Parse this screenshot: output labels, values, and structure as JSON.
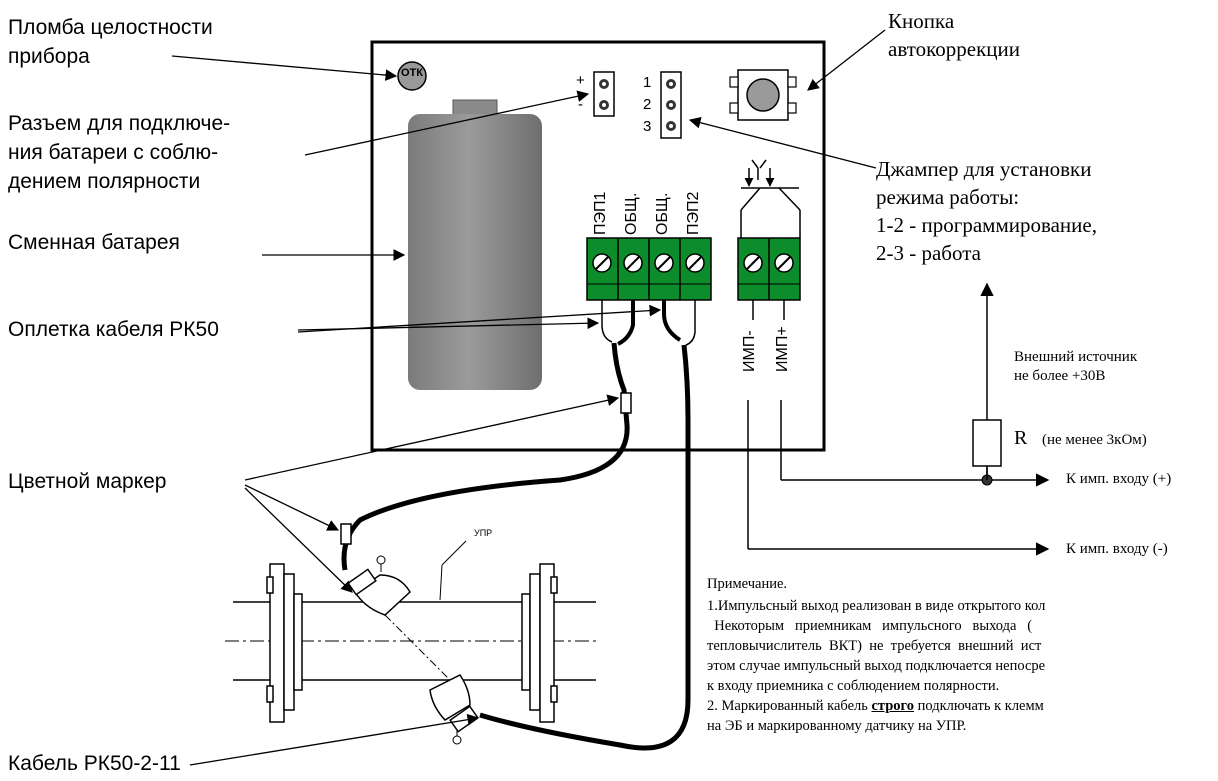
{
  "labels": {
    "seal_1": "Пломба целостности",
    "seal_2": "прибора",
    "battery_conn_1": "Разъем для подключе-",
    "battery_conn_2": "ния батареи с соблю-",
    "battery_conn_3": "дением полярности",
    "battery": "Сменная батарея",
    "braid": "Оплетка кабеля РК50",
    "marker": "Цветной маркер",
    "cable": "Кабель РК50-2-11",
    "button_1": "Кнопка",
    "button_2": "автокоррекции",
    "jumper_1": "Джампер для установки",
    "jumper_2": "режима работы:",
    "jumper_3": "1-2 - программирование,",
    "jumper_4": "2-3 - работа"
  },
  "board": {
    "seal_badge": "ОТК",
    "plus": "+",
    "minus": "-",
    "pin1": "1",
    "pin2": "2",
    "pin3": "3",
    "terminals": [
      "ПЭП1",
      "ОБЩ.",
      "ОБЩ.",
      "ПЭП2"
    ],
    "imp_minus": "ИМП-",
    "imp_plus": "ИМП+"
  },
  "circuit": {
    "ext_source_1": "Внешний источник",
    "ext_source_2": "не более +30В",
    "resistor": "R",
    "resistor_note": "(не менее 3кОм)",
    "input_plus": "К имп. входу (+)",
    "input_minus": "К имп. входу (-)"
  },
  "pipe": {
    "label": "УПР"
  },
  "note": {
    "title": "Примечание.",
    "line1": "1.Импульсный выход реализован в виде открытого кол",
    "line2": "  Некоторым   приемникам   импульсного   выхода   (",
    "line3": "тепловычислитель  ВКТ)  не  требуется  внешний  ист",
    "line4": "этом случае импульсный выход подключается непосре",
    "line5": "к входу приемника с соблюдением полярности.",
    "line6_a": "2. Маркированный кабель ",
    "line6_b": "строго",
    "line6_c": " подключать к клемм",
    "line7": "на ЭБ и маркированному датчику на УПР."
  },
  "colors": {
    "terminal_green": "#0c8c2a",
    "battery_grey": "#8a8a8a",
    "seal_grey": "#9a9a9a"
  }
}
